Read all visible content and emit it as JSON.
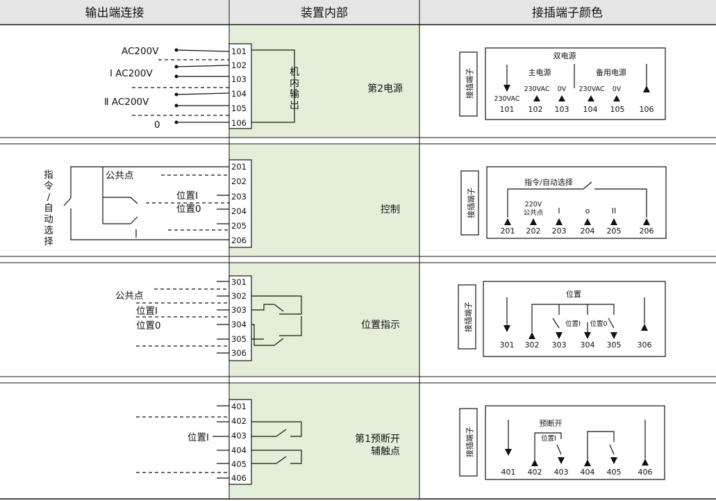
{
  "header": {
    "col1": "输出端连接",
    "col2": "装置内部",
    "col3": "接插端子颜色"
  },
  "colors": {
    "header_bg": "#e6e6e6",
    "device_bg": "#e4efd9",
    "line": "#111111"
  },
  "socket_label": "接插端子",
  "section1": {
    "terminals": [
      "101",
      "102",
      "103",
      "104",
      "105",
      "106"
    ],
    "left_labels": [
      "AC200V",
      "Ⅰ AC200V",
      "Ⅱ AC200V",
      "0"
    ],
    "internal_label": "机内输出",
    "device_title": "第2电源",
    "right": {
      "title": "双电源",
      "main": "主电源",
      "backup": "备用电源",
      "v_main": "230VAC",
      "v_0a": "0V",
      "v_backup": "230VAC",
      "v_0b": "0V",
      "v_left": "230VAC",
      "nums": [
        "101",
        "102",
        "103",
        "104",
        "105",
        "106"
      ]
    }
  },
  "section2": {
    "terminals": [
      "201",
      "202",
      "203",
      "204",
      "205",
      "206"
    ],
    "side_label": "指令/自动选择",
    "common": "公共点",
    "pos1": "位置I",
    "pos0": "位置0",
    "device_title": "控制",
    "right": {
      "title": "指令/自动选择",
      "v": "220V",
      "common": "公共点",
      "m1": "I",
      "m2": "o",
      "m3": "II",
      "nums": [
        "201",
        "202",
        "203",
        "204",
        "205",
        "206"
      ]
    }
  },
  "section3": {
    "terminals": [
      "301",
      "302",
      "303",
      "304",
      "305",
      "306"
    ],
    "common": "公共点",
    "pos1": "位置I",
    "pos0": "位置0",
    "device_title": "位置指示",
    "right": {
      "title": "位置",
      "p1": "位置I",
      "p0": "位置0",
      "nums": [
        "301",
        "302",
        "303",
        "304",
        "305",
        "306"
      ]
    }
  },
  "section4": {
    "terminals": [
      "401",
      "402",
      "403",
      "404",
      "405",
      "406"
    ],
    "pos1": "位置I",
    "device_title_1": "第1预断开",
    "device_title_2": "辅触点",
    "right": {
      "title": "预断开",
      "p1": "位置I",
      "nums": [
        "401",
        "402",
        "403",
        "404",
        "405",
        "406"
      ]
    }
  }
}
